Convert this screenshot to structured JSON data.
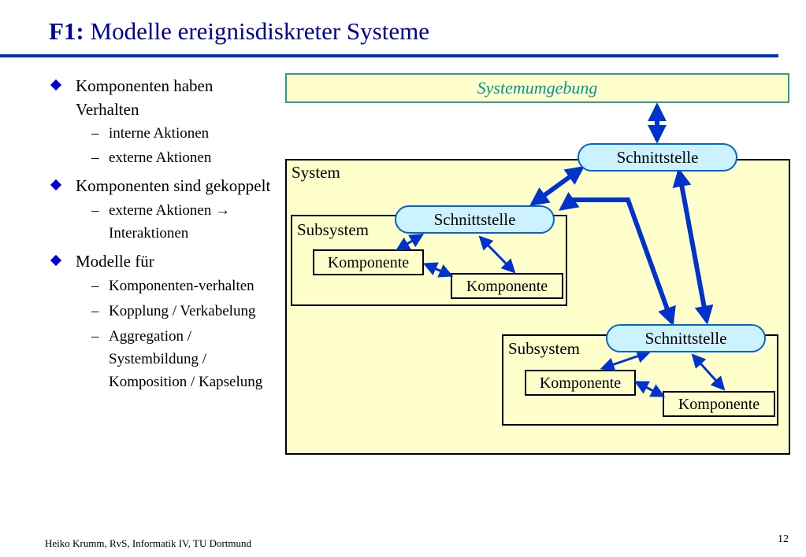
{
  "title": {
    "prefix": "F1:",
    "text": " Modelle ereignisdiskreter Systeme"
  },
  "bullets": [
    {
      "text": "Komponenten haben Verhalten",
      "sub": [
        "interne Aktionen",
        "externe Aktionen"
      ]
    },
    {
      "text": "Komponenten sind gekoppelt",
      "sub": [
        "externe Aktionen → Interaktionen"
      ]
    },
    {
      "text": "Modelle für",
      "sub": [
        "Komponenten-verhalten",
        "Kopplung / Verkabelung",
        "Aggregation / Systembildung / Komposition / Kapselung"
      ]
    }
  ],
  "diagram": {
    "environment": "Systemumgebung",
    "system": "System",
    "subsystem_label": "Subsystem",
    "interface_label": "Schnittstelle",
    "component_label": "Komponente",
    "colors": {
      "arrow": "#0033cc",
      "interface_fill": "#ccf2ff",
      "box_fill": "#ffffcc",
      "environment_text": "#009999"
    }
  },
  "footer": "Heiko Krumm, RvS, Informatik IV, TU Dortmund",
  "page_number": "12"
}
